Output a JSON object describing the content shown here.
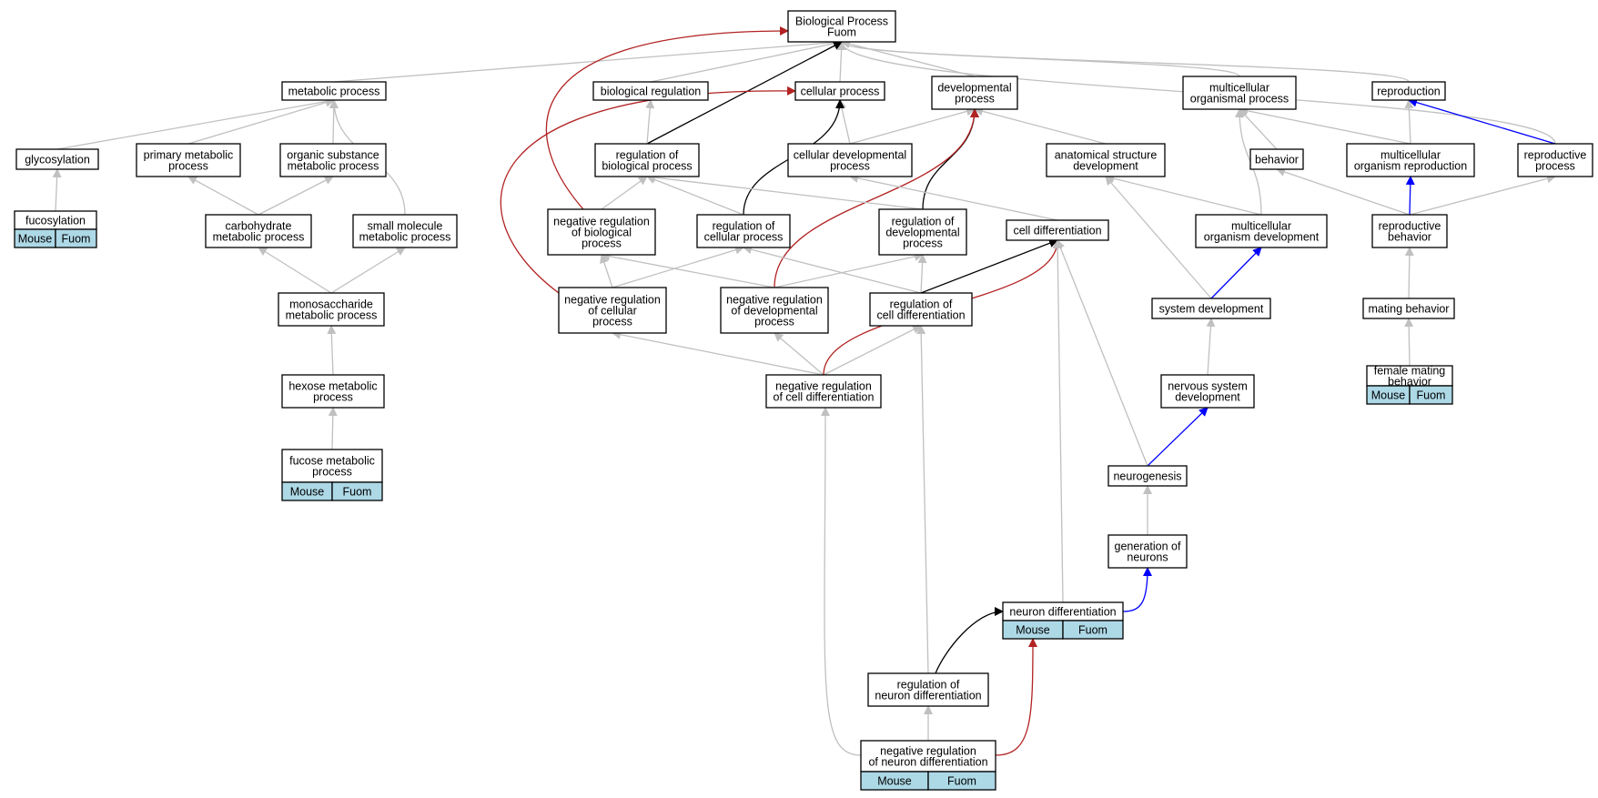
{
  "colors": {
    "is_a": "#c0c0c0",
    "regulates": "#000000",
    "negatively_regulates": "#b22222",
    "part_of": "#0000ff",
    "annotation_fill": "#add8e6"
  },
  "nodes": [
    {
      "id": "bp",
      "lines": [
        "Biological Process",
        "Fuom"
      ]
    },
    {
      "id": "metabolic",
      "lines": [
        "metabolic process"
      ]
    },
    {
      "id": "bioreg",
      "lines": [
        "biological regulation"
      ]
    },
    {
      "id": "cellular",
      "lines": [
        "cellular process"
      ]
    },
    {
      "id": "devproc",
      "lines": [
        "developmental",
        "process"
      ]
    },
    {
      "id": "multiorg",
      "lines": [
        "multicellular",
        "organismal process"
      ]
    },
    {
      "id": "reproduction",
      "lines": [
        "reproduction"
      ]
    },
    {
      "id": "glycosylation",
      "lines": [
        "glycosylation"
      ]
    },
    {
      "id": "primary",
      "lines": [
        "primary metabolic",
        "process"
      ]
    },
    {
      "id": "organic",
      "lines": [
        "organic substance",
        "metabolic process"
      ]
    },
    {
      "id": "regbio",
      "lines": [
        "regulation of",
        "biological process"
      ]
    },
    {
      "id": "celldev",
      "lines": [
        "cellular developmental",
        "process"
      ]
    },
    {
      "id": "anatomical",
      "lines": [
        "anatomical structure",
        "development"
      ]
    },
    {
      "id": "behavior",
      "lines": [
        "behavior"
      ]
    },
    {
      "id": "mor",
      "lines": [
        "multicellular",
        "organism reproduction"
      ]
    },
    {
      "id": "repproc",
      "lines": [
        "reproductive",
        "process"
      ]
    },
    {
      "id": "fucosylation",
      "lines": [
        "fucosylation"
      ],
      "annotations": [
        "Mouse",
        "Fuom"
      ]
    },
    {
      "id": "carbo",
      "lines": [
        "carbohydrate",
        "metabolic process"
      ]
    },
    {
      "id": "smallmol",
      "lines": [
        "small molecule",
        "metabolic process"
      ]
    },
    {
      "id": "negregbio",
      "lines": [
        "negative regulation",
        "of biological",
        "process"
      ]
    },
    {
      "id": "regcell",
      "lines": [
        "regulation of",
        "cellular process"
      ]
    },
    {
      "id": "regdev",
      "lines": [
        "regulation of",
        "developmental",
        "process"
      ]
    },
    {
      "id": "celldiff",
      "lines": [
        "cell differentiation"
      ]
    },
    {
      "id": "mod",
      "lines": [
        "multicellular",
        "organism development"
      ]
    },
    {
      "id": "repbehavior",
      "lines": [
        "reproductive",
        "behavior"
      ]
    },
    {
      "id": "mono",
      "lines": [
        "monosaccharide",
        "metabolic process"
      ]
    },
    {
      "id": "negregcell",
      "lines": [
        "negative regulation",
        "of cellular",
        "process"
      ]
    },
    {
      "id": "negregdev",
      "lines": [
        "negative regulation",
        "of developmental",
        "process"
      ]
    },
    {
      "id": "regcelldiff",
      "lines": [
        "regulation of",
        "cell differentiation"
      ]
    },
    {
      "id": "sysdev",
      "lines": [
        "system development"
      ]
    },
    {
      "id": "mating",
      "lines": [
        "mating behavior"
      ]
    },
    {
      "id": "hexose",
      "lines": [
        "hexose metabolic",
        "process"
      ]
    },
    {
      "id": "negregcelldiff",
      "lines": [
        "negative regulation",
        "of cell differentiation"
      ]
    },
    {
      "id": "nsdev",
      "lines": [
        "nervous system",
        "development"
      ]
    },
    {
      "id": "femalemating",
      "lines": [
        "female mating",
        "behavior"
      ],
      "annotations": [
        "Mouse",
        "Fuom"
      ]
    },
    {
      "id": "fucose",
      "lines": [
        "fucose metabolic",
        "process"
      ],
      "annotations": [
        "Mouse",
        "Fuom"
      ]
    },
    {
      "id": "neurogenesis",
      "lines": [
        "neurogenesis"
      ]
    },
    {
      "id": "genneurons",
      "lines": [
        "generation of",
        "neurons"
      ]
    },
    {
      "id": "neurondiff",
      "lines": [
        "neuron differentiation"
      ],
      "annotations": [
        "Mouse",
        "Fuom"
      ]
    },
    {
      "id": "regneurondiff",
      "lines": [
        "regulation of",
        "neuron differentiation"
      ]
    },
    {
      "id": "negregneurondiff",
      "lines": [
        "negative regulation",
        "of neuron differentiation"
      ],
      "annotations": [
        "Mouse",
        "Fuom"
      ]
    }
  ],
  "edges": [
    {
      "from": "metabolic",
      "to": "bp",
      "type": "is_a"
    },
    {
      "from": "bioreg",
      "to": "bp",
      "type": "is_a"
    },
    {
      "from": "cellular",
      "to": "bp",
      "type": "is_a"
    },
    {
      "from": "devproc",
      "to": "bp",
      "type": "is_a"
    },
    {
      "from": "multiorg",
      "to": "bp",
      "type": "is_a"
    },
    {
      "from": "reproduction",
      "to": "bp",
      "type": "is_a"
    },
    {
      "from": "repproc",
      "to": "bp",
      "type": "is_a"
    },
    {
      "from": "regbio",
      "to": "bp",
      "type": "regulates"
    },
    {
      "from": "negregbio",
      "to": "bp",
      "type": "negatively_regulates"
    },
    {
      "from": "glycosylation",
      "to": "metabolic",
      "type": "is_a"
    },
    {
      "from": "primary",
      "to": "metabolic",
      "type": "is_a"
    },
    {
      "from": "organic",
      "to": "metabolic",
      "type": "is_a"
    },
    {
      "from": "smallmol",
      "to": "metabolic",
      "type": "is_a"
    },
    {
      "from": "fucosylation",
      "to": "glycosylation",
      "type": "is_a"
    },
    {
      "from": "carbo",
      "to": "primary",
      "type": "is_a"
    },
    {
      "from": "carbo",
      "to": "organic",
      "type": "is_a"
    },
    {
      "from": "mono",
      "to": "carbo",
      "type": "is_a"
    },
    {
      "from": "mono",
      "to": "smallmol",
      "type": "is_a"
    },
    {
      "from": "hexose",
      "to": "mono",
      "type": "is_a"
    },
    {
      "from": "fucose",
      "to": "hexose",
      "type": "is_a"
    },
    {
      "from": "regbio",
      "to": "bioreg",
      "type": "is_a"
    },
    {
      "from": "celldev",
      "to": "cellular",
      "type": "is_a"
    },
    {
      "from": "celldev",
      "to": "devproc",
      "type": "is_a"
    },
    {
      "from": "anatomical",
      "to": "devproc",
      "type": "is_a"
    },
    {
      "from": "regcell",
      "to": "cellular",
      "type": "regulates"
    },
    {
      "from": "negregcell",
      "to": "cellular",
      "type": "negatively_regulates"
    },
    {
      "from": "regdev",
      "to": "devproc",
      "type": "regulates"
    },
    {
      "from": "negregdev",
      "to": "devproc",
      "type": "negatively_regulates"
    },
    {
      "from": "negregbio",
      "to": "regbio",
      "type": "is_a"
    },
    {
      "from": "regcell",
      "to": "regbio",
      "type": "is_a"
    },
    {
      "from": "regdev",
      "to": "regbio",
      "type": "is_a"
    },
    {
      "from": "negregcell",
      "to": "negregbio",
      "type": "is_a"
    },
    {
      "from": "negregcell",
      "to": "regcell",
      "type": "is_a"
    },
    {
      "from": "negregdev",
      "to": "negregbio",
      "type": "is_a"
    },
    {
      "from": "negregdev",
      "to": "regdev",
      "type": "is_a"
    },
    {
      "from": "regcelldiff",
      "to": "regcell",
      "type": "is_a"
    },
    {
      "from": "regcelldiff",
      "to": "regdev",
      "type": "is_a"
    },
    {
      "from": "regcelldiff",
      "to": "celldiff",
      "type": "regulates"
    },
    {
      "from": "negregcelldiff",
      "to": "negregcell",
      "type": "is_a"
    },
    {
      "from": "negregcelldiff",
      "to": "negregdev",
      "type": "is_a"
    },
    {
      "from": "negregcelldiff",
      "to": "regcelldiff",
      "type": "is_a"
    },
    {
      "from": "negregcelldiff",
      "to": "celldiff",
      "type": "negatively_regulates"
    },
    {
      "from": "celldiff",
      "to": "celldev",
      "type": "is_a"
    },
    {
      "from": "behavior",
      "to": "multiorg",
      "type": "is_a"
    },
    {
      "from": "mor",
      "to": "multiorg",
      "type": "is_a"
    },
    {
      "from": "mor",
      "to": "reproduction",
      "type": "is_a"
    },
    {
      "from": "repproc",
      "to": "reproduction",
      "type": "part_of"
    },
    {
      "from": "mod",
      "to": "multiorg",
      "type": "is_a"
    },
    {
      "from": "mod",
      "to": "anatomical",
      "type": "is_a"
    },
    {
      "from": "sysdev",
      "to": "anatomical",
      "type": "is_a"
    },
    {
      "from": "sysdev",
      "to": "mod",
      "type": "part_of"
    },
    {
      "from": "nsdev",
      "to": "sysdev",
      "type": "is_a"
    },
    {
      "from": "neurogenesis",
      "to": "nsdev",
      "type": "part_of"
    },
    {
      "from": "neurogenesis",
      "to": "celldiff",
      "type": "is_a"
    },
    {
      "from": "genneurons",
      "to": "neurogenesis",
      "type": "is_a"
    },
    {
      "from": "neurondiff",
      "to": "genneurons",
      "type": "part_of"
    },
    {
      "from": "neurondiff",
      "to": "celldiff",
      "type": "is_a"
    },
    {
      "from": "repbehavior",
      "to": "behavior",
      "type": "is_a"
    },
    {
      "from": "repbehavior",
      "to": "repproc",
      "type": "is_a"
    },
    {
      "from": "repbehavior",
      "to": "mor",
      "type": "part_of"
    },
    {
      "from": "mating",
      "to": "repbehavior",
      "type": "is_a"
    },
    {
      "from": "femalemating",
      "to": "mating",
      "type": "is_a"
    },
    {
      "from": "regneurondiff",
      "to": "regcelldiff",
      "type": "is_a"
    },
    {
      "from": "regneurondiff",
      "to": "neurondiff",
      "type": "regulates"
    },
    {
      "from": "negregneurondiff",
      "to": "regneurondiff",
      "type": "is_a"
    },
    {
      "from": "negregneurondiff",
      "to": "negregcelldiff",
      "type": "is_a"
    },
    {
      "from": "negregneurondiff",
      "to": "neurondiff",
      "type": "negatively_regulates"
    }
  ]
}
